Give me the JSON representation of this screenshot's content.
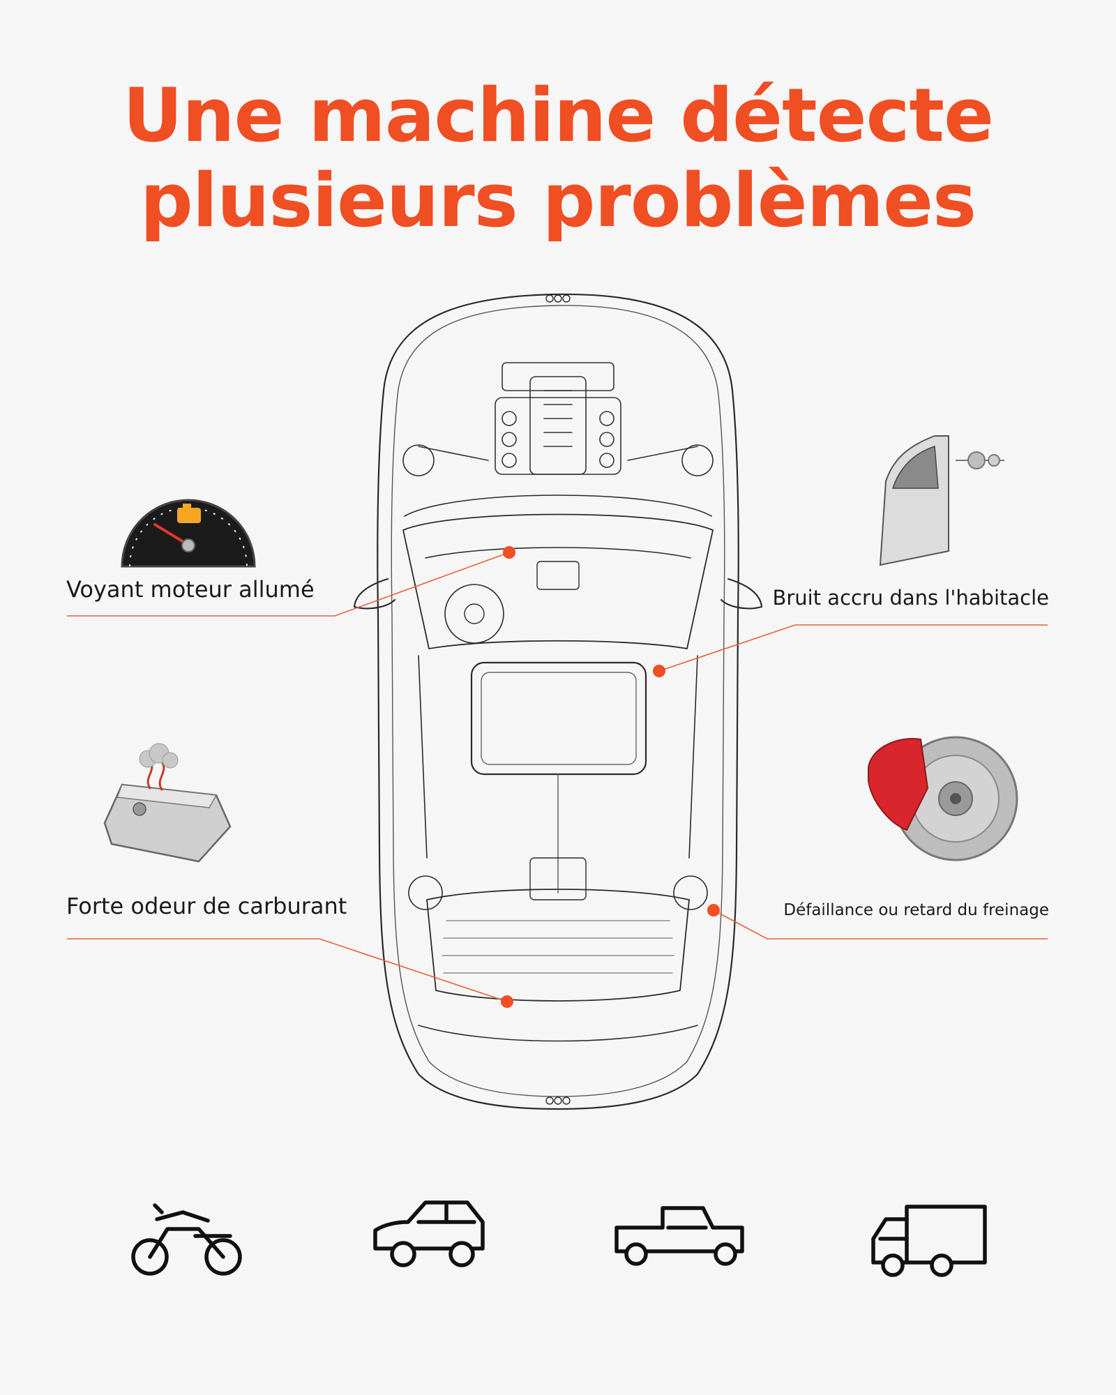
{
  "header": {
    "title_line1": "Une machine détecte",
    "title_line2": "plusieurs problèmes"
  },
  "callouts": {
    "engine_light": "Voyant moteur allumé",
    "cabin_noise": "Bruit accru dans l'habitacle",
    "fuel_smell": "Forte odeur de carburant",
    "brake_failure": "Défaillance ou retard du freinage"
  },
  "icons": {
    "dashboard_gauge": "check-engine-gauge-icon",
    "car_door": "car-door-icon",
    "fuel_tank": "fuel-tank-icon",
    "brake": "brake-disc-icon",
    "vehicles": [
      "motorcycle-icon",
      "car-icon",
      "pickup-truck-icon",
      "delivery-truck-icon"
    ]
  },
  "colors": {
    "accent": "#f04e23",
    "text": "#1a1a1a",
    "background": "#f6f6f6",
    "brake_caliper": "#d9262c",
    "engine_warning": "#f5a623"
  }
}
